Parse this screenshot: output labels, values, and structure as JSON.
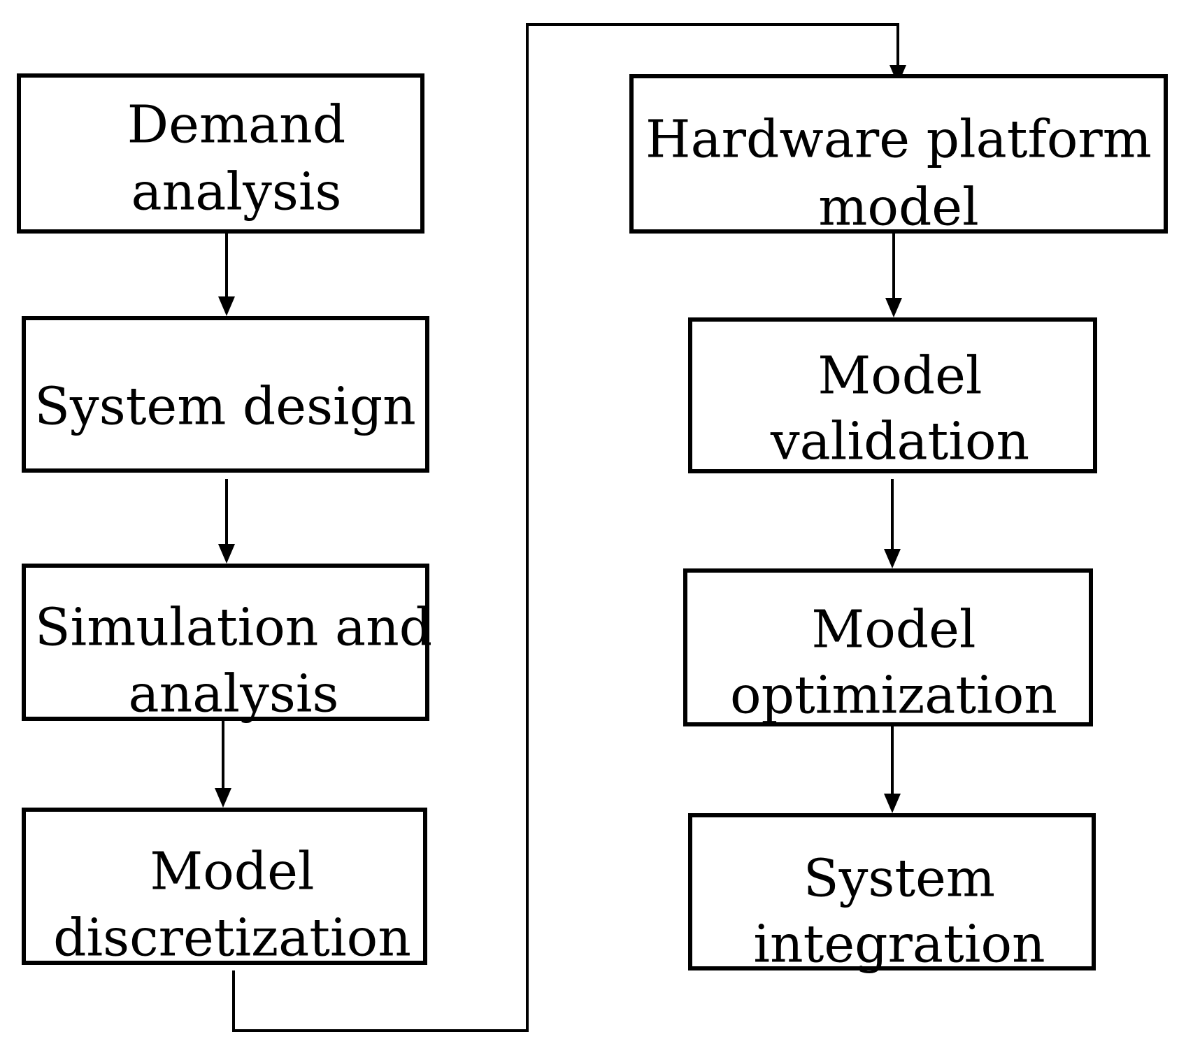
{
  "diagram": {
    "type": "flowchart",
    "colors": {
      "stroke": "#000000",
      "background": "#ffffff",
      "text": "#000000"
    },
    "steps": [
      {
        "id": "demand-analysis",
        "lines": [
          "Demand",
          "analysis"
        ]
      },
      {
        "id": "system-design",
        "lines": [
          "System design"
        ]
      },
      {
        "id": "simulation-and-analysis",
        "lines": [
          "Simulation and",
          "analysis"
        ]
      },
      {
        "id": "model-discretization",
        "lines": [
          "Model",
          "discretization"
        ]
      },
      {
        "id": "hardware-platform-model",
        "lines": [
          "Hardware platform",
          "model"
        ]
      },
      {
        "id": "model-validation",
        "lines": [
          "Model",
          "validation"
        ]
      },
      {
        "id": "model-optimization",
        "lines": [
          "Model",
          "optimization"
        ]
      },
      {
        "id": "system-integration",
        "lines": [
          "System",
          "integration"
        ]
      }
    ],
    "flow": [
      {
        "from": "demand-analysis",
        "to": "system-design"
      },
      {
        "from": "system-design",
        "to": "simulation-and-analysis"
      },
      {
        "from": "simulation-and-analysis",
        "to": "model-discretization"
      },
      {
        "from": "model-discretization",
        "to": "hardware-platform-model"
      },
      {
        "from": "hardware-platform-model",
        "to": "model-validation"
      },
      {
        "from": "model-validation",
        "to": "model-optimization"
      },
      {
        "from": "model-optimization",
        "to": "system-integration"
      }
    ]
  }
}
